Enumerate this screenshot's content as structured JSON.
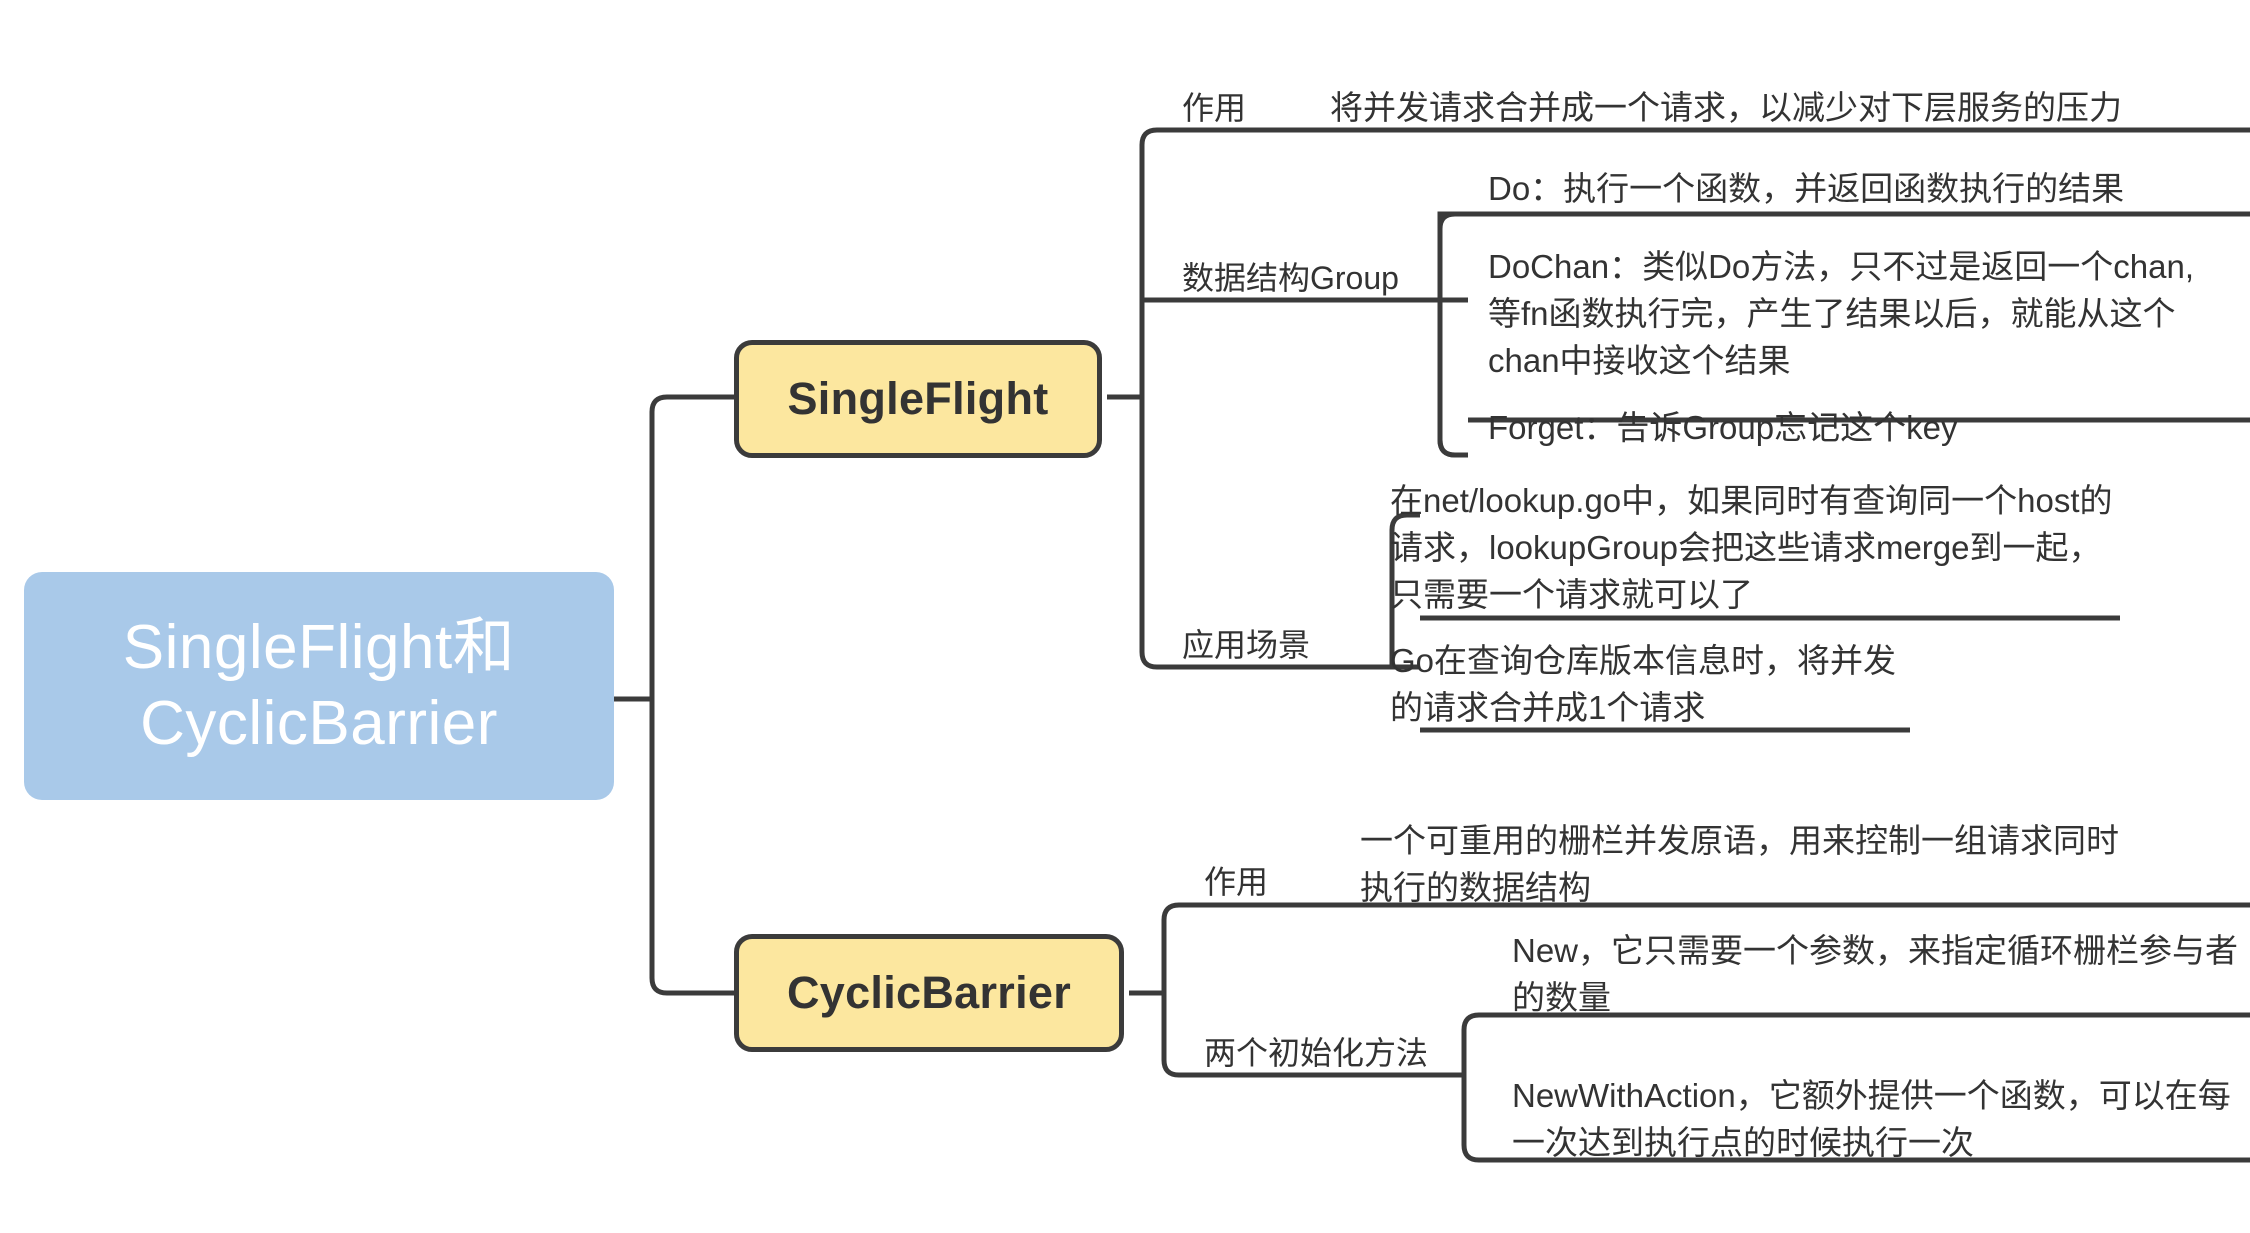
{
  "diagram": {
    "type": "mindmap",
    "title": "SingleFlight和CyclicBarrier",
    "colors": {
      "root_fill": "#a9c9e9",
      "root_text": "#ffffff",
      "topic_fill": "#fce79f",
      "topic_border": "#3b3b3b",
      "line": "#3b3b3b",
      "text": "#333333",
      "background": "#ffffff"
    }
  },
  "root": {
    "line1": "SingleFlight和",
    "line2": "CyclicBarrier"
  },
  "branches": [
    {
      "id": "singleflight",
      "label": "SingleFlight",
      "children": [
        {
          "id": "sf-role",
          "label": "作用",
          "leaves": [
            {
              "id": "sf-role-1",
              "text": "将并发请求合并成一个请求，以减少对下层服务的压力"
            }
          ]
        },
        {
          "id": "sf-group",
          "label": "数据结构Group",
          "leaves": [
            {
              "id": "sf-group-do",
              "text": "Do：执行一个函数，并返回函数执行的结果"
            },
            {
              "id": "sf-group-dochan",
              "text": "DoChan：类似Do方法，只不过是返回一个chan,\n等fn函数执行完，产生了结果以后，就能从这个\nchan中接收这个结果"
            },
            {
              "id": "sf-group-forget",
              "text": "Forget：告诉Group忘记这个key"
            }
          ]
        },
        {
          "id": "sf-usecase",
          "label": "应用场景",
          "leaves": [
            {
              "id": "sf-usecase-1",
              "text": "在net/lookup.go中，如果同时有查询同一个host的\n请求，lookupGroup会把这些请求merge到一起，\n只需要一个请求就可以了"
            },
            {
              "id": "sf-usecase-2",
              "text": "Go在查询仓库版本信息时，将并发\n的请求合并成1个请求"
            }
          ]
        }
      ]
    },
    {
      "id": "cyclicbarrier",
      "label": "CyclicBarrier",
      "children": [
        {
          "id": "cb-role",
          "label": "作用",
          "leaves": [
            {
              "id": "cb-role-1",
              "text": "一个可重用的栅栏并发原语，用来控制一组请求同时\n执行的数据结构"
            }
          ]
        },
        {
          "id": "cb-init",
          "label": "两个初始化方法",
          "leaves": [
            {
              "id": "cb-init-new",
              "text": "New，它只需要一个参数，来指定循环栅栏参与者\n的数量"
            },
            {
              "id": "cb-init-newwithaction",
              "text": "NewWithAction，它额外提供一个函数，可以在每\n一次达到执行点的时候执行一次"
            }
          ]
        }
      ]
    }
  ]
}
